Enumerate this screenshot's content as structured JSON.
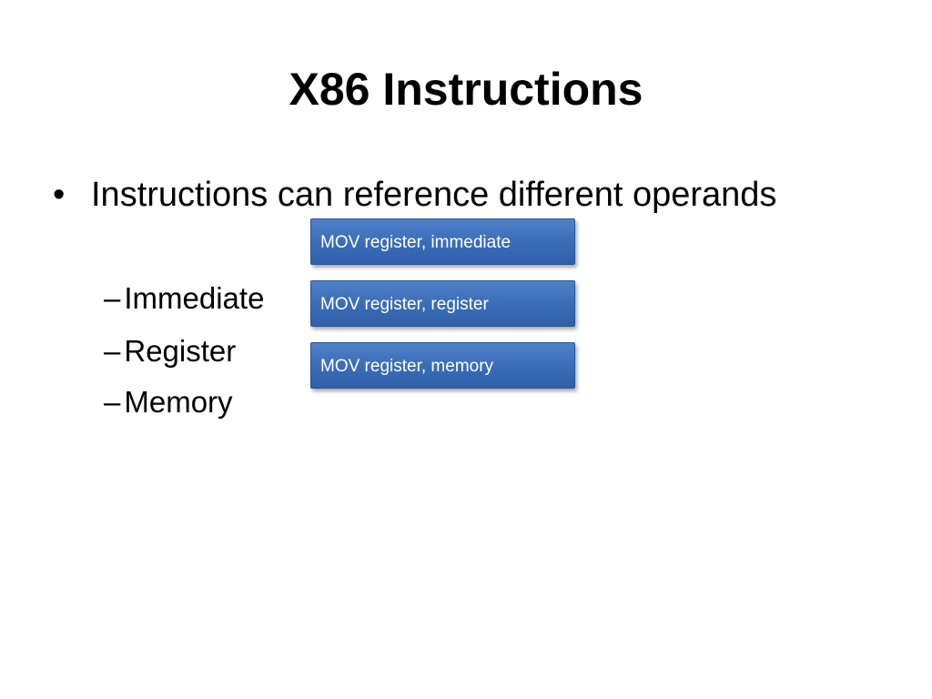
{
  "slide": {
    "title": "X86 Instructions",
    "bullet": {
      "marker": "•",
      "text": "Instructions can reference different operands"
    },
    "sub_items": [
      {
        "dash": "–",
        "text": "Immediate"
      },
      {
        "dash": "–",
        "text": "Register"
      },
      {
        "dash": "–",
        "text": "Memory"
      }
    ],
    "boxes": [
      {
        "text": "MOV register, immediate"
      },
      {
        "text": "MOV register, register"
      },
      {
        "text": "MOV register, memory"
      }
    ]
  },
  "colors": {
    "box_fill": "#3a6cb6",
    "box_text": "#ffffff",
    "text": "#000000",
    "background": "#ffffff"
  }
}
